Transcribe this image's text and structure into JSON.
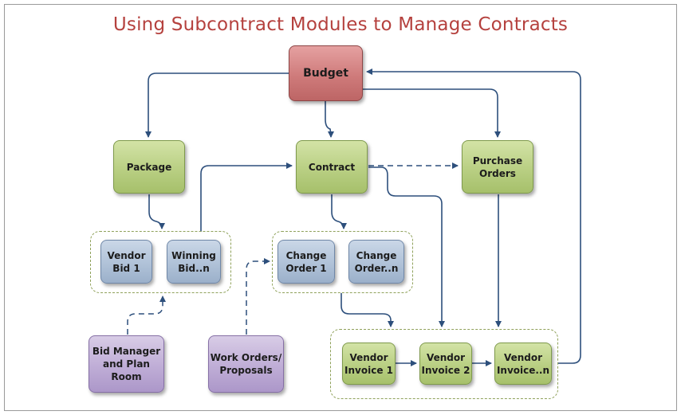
{
  "title": "Using Subcontract Modules to Manage Contracts",
  "nodes": {
    "budget": "Budget",
    "package": "Package",
    "contract": "Contract",
    "purchase_orders": "Purchase\nOrders",
    "vendor_bid_1": "Vendor\nBid 1",
    "winning_bid": "Winning\nBid..n",
    "change_order_1": "Change\nOrder 1",
    "change_order_n": "Change\nOrder..n",
    "bid_manager": "Bid Manager\nand Plan\nRoom",
    "work_orders": "Work Orders/\nProposals",
    "vendor_invoice_1": "Vendor\nInvoice 1",
    "vendor_invoice_2": "Vendor\nInvoice 2",
    "vendor_invoice_n": "Vendor\nInvoice..n"
  },
  "colors": {
    "title": "#b5413e",
    "budget": "#cf7b7b",
    "green_nodes": "#b9cf83",
    "blue_nodes": "#b0c2d8",
    "purple_nodes": "#bfadd6",
    "connector": "#2d4f7c",
    "group_border": "#8fa15a"
  }
}
